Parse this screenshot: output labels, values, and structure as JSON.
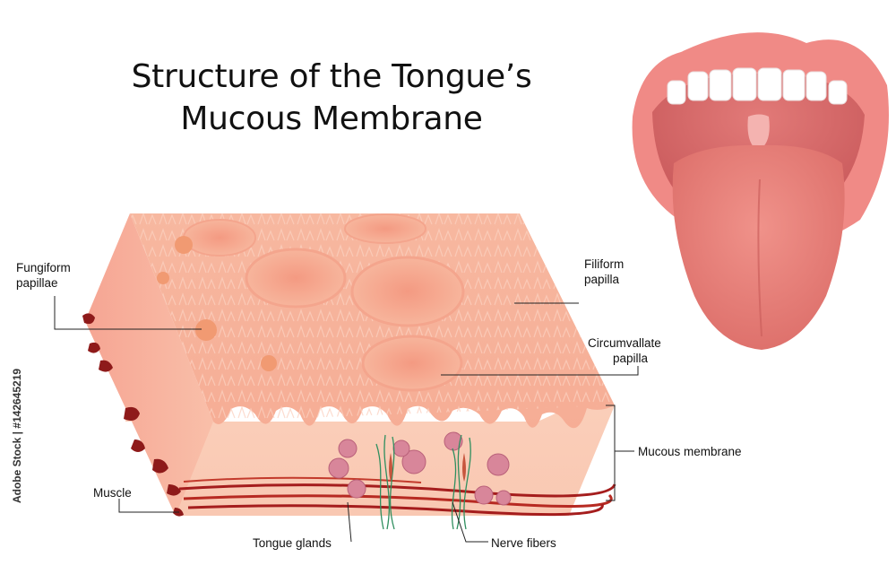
{
  "title": {
    "line1": "Structure of the Tongue’s",
    "line2": "Mucous Membrane"
  },
  "labels": {
    "fungiform": {
      "line1": "Fungiform",
      "line2": "papillae"
    },
    "filiform": {
      "line1": "Filiform",
      "line2": "papilla"
    },
    "circumvallate": {
      "line1": "Circumvallate",
      "line2": "papilla"
    },
    "mucous_membrane": "Mucous membrane",
    "muscle": "Muscle",
    "tongue_glands": "Tongue glands",
    "nerve_fibers": "Nerve fibers"
  },
  "watermark_side": "Adobe Stock | #142645219",
  "colors": {
    "tissue_light": "#fbd3bf",
    "tissue_mid": "#f6b49c",
    "tissue_dark": "#ee9a82",
    "muscle_red": "#a51d1d",
    "gland_pink": "#d8869a",
    "nerve_green": "#2f8f5f",
    "lip": "#f08a86",
    "tongue": "#e9837e",
    "teeth": "#ffffff"
  }
}
